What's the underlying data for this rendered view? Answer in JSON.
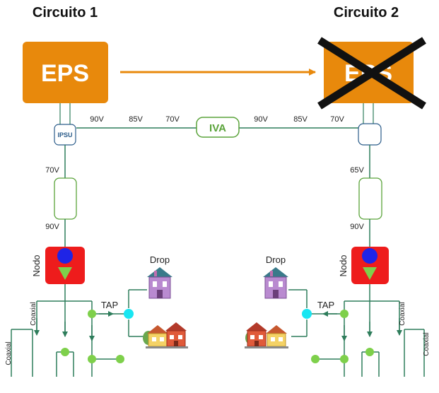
{
  "circuit1": {
    "title": "Circuito 1",
    "eps_label": "EPS",
    "ipsu_label": "IPSU",
    "voltage_top": "70V",
    "voltage_bottom": "90V",
    "node_label": "Nodo",
    "drop_label": "Drop",
    "tap_label": "TAP",
    "coax_label_1": "Coaxial",
    "coax_label_2": "Coaxial"
  },
  "circuit2": {
    "title": "Circuito 2",
    "eps_label": "EPS",
    "voltage_top": "65V",
    "voltage_bottom": "90V",
    "node_label": "Nodo",
    "drop_label": "Drop",
    "tap_label": "TAP",
    "coax_label_1": "Coaxial",
    "coax_label_2": "Coaxial"
  },
  "link": {
    "iva_label": "IVA",
    "voltages_left": [
      "90V",
      "85V",
      "70V"
    ],
    "voltages_right": [
      "90V",
      "85V",
      "70V"
    ]
  },
  "colors": {
    "eps_orange": "#e8890c",
    "line_green": "#2e7d5b",
    "node_red": "#ee1c1c",
    "node_blue": "#1f24e6",
    "tap_green": "#7ed04b",
    "tap_cyan": "#19e6f2",
    "amp_outline": "#5aa33a"
  }
}
